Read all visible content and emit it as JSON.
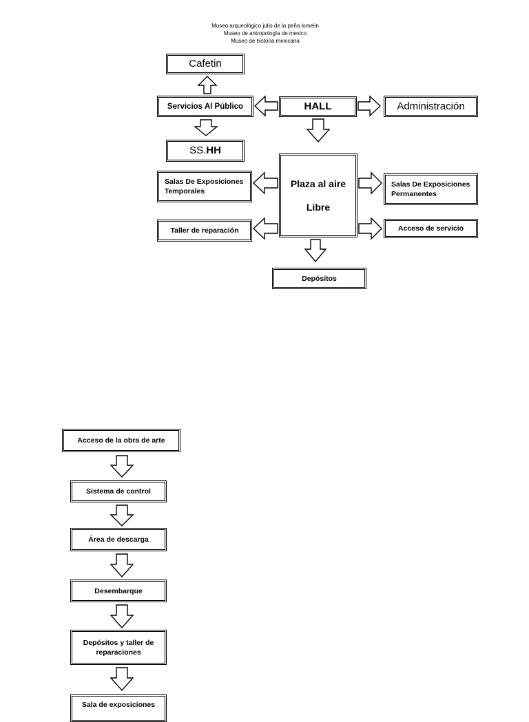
{
  "header": {
    "line1": "Museo arqueológico julio de la peña lomelin",
    "line2": "Museo de antropología de mexico",
    "line3": "Museo de historia mexicana"
  },
  "diagram1": {
    "cafetin": "Cafetin",
    "servicios": "Servicios Al Público",
    "hall": "HALL",
    "administracion": "Administración",
    "sshh_prefix": "SS.",
    "sshh_suffix": "HH",
    "salas_temporales": "Salas De Exposiciones Temporales",
    "plaza_line1": "Plaza al aire",
    "plaza_line2": "Libre",
    "salas_permanentes": "Salas De Exposiciones Permanentes",
    "taller": "Taller de reparación",
    "acceso_servicio": "Acceso de servicio",
    "depositos": "Depósitos"
  },
  "diagram2": {
    "steps": [
      "Acceso de la obra de arte",
      "Sistema de control",
      "Área de descarga",
      "Desembarque",
      "Depósitos y taller de reparaciones",
      "Sala de exposiciones"
    ]
  }
}
